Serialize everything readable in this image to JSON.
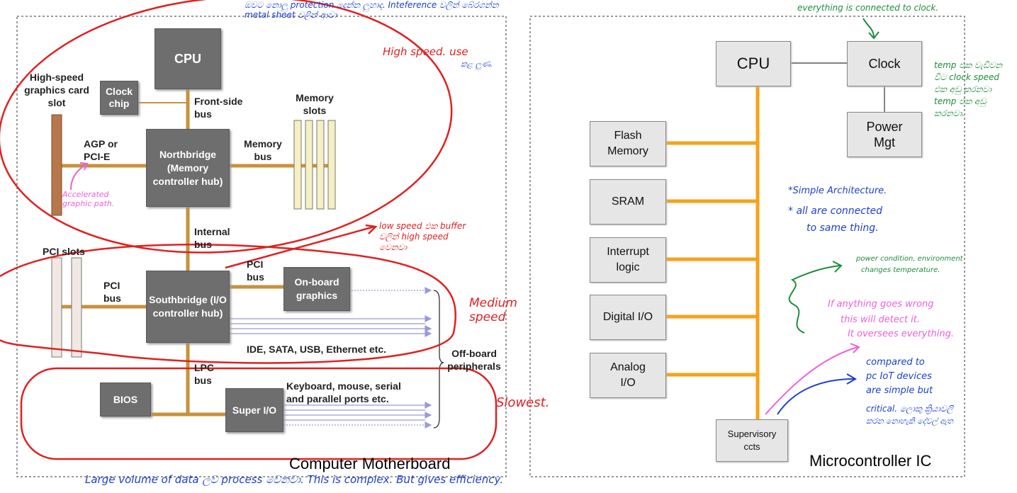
{
  "motherboard": {
    "title": "Computer Motherboard",
    "cpu": "CPU",
    "clock_chip": "Clock chip",
    "graphics_slot_label": "High-speed graphics card slot",
    "front_side_bus": "Front-side bus",
    "memory_slots": "Memory slots",
    "agp": "AGP or PCI-E",
    "northbridge": "Northbridge (Memory controller hub)",
    "memory_bus": "Memory bus",
    "internal_bus": "Internal bus",
    "pci_slots": "PCI slots",
    "pci_bus_left": "PCI bus",
    "southbridge": "Southbridge (I/O controller hub)",
    "pci_bus_top": "PCI bus",
    "onboard_graphics": "On-board graphics",
    "ide_line": "IDE, SATA, USB, Ethernet etc.",
    "offboard": "Off-board peripherals",
    "lpc_bus": "LPC bus",
    "bios": "BIOS",
    "super_io": "Super I/O",
    "keyboard_line": "Keyboard, mouse, serial and parallel ports etc."
  },
  "microcontroller": {
    "title": "Microcontroller IC",
    "cpu": "CPU",
    "clock": "Clock",
    "power": "Power Mgt",
    "flash": "Flash Memory",
    "sram": "SRAM",
    "interrupt": "Interrupt logic",
    "digital": "Digital I/O",
    "analog": "Analog I/O",
    "supervisory": "Supervisory ccts"
  },
  "annotations": {
    "top_red": "ඔවට නොලු protection දෙන්න ලුහාද. Inteference වලින් බේරගන්න metal sheet වලින් ආවා",
    "high_speed": "High speed. use",
    "high_speed_2": "කළ ලුණ.",
    "accelerated": "Accelerated graphic path.",
    "low_speed": "low speed එක buffer වලින් high speed වෙනවා",
    "medium": "Medium speed",
    "slowest": "Slowest.",
    "bottom": "Large volume of data ලව ",
    "bottom2": "process වෙනවා. This is complex. But gives efficiency.",
    "everything": "everything is connected to clock.",
    "temp": "temp එක වැඩිවන විට clock speed එක අඩු කරනවා temp එක අඩු කරනවා.",
    "simple": "*Simple Architecture.",
    "all_connected": "* all are connected",
    "same_thing": "to same thing.",
    "power_cond": "power condition, environment",
    "changes_temp": "changes temperature.",
    "if_anything": "If anything goes wrong",
    "this_will": "this will detect it.",
    "oversees": "It oversees everything.",
    "compared": "compared to",
    "pc_iot": "pc IoT devices",
    "simple_but": "are simple but",
    "critical": "critical. ලොකු ක්‍රියාවලි",
    "critical2": "කරන නොහැකි දේවල් ඇත"
  }
}
